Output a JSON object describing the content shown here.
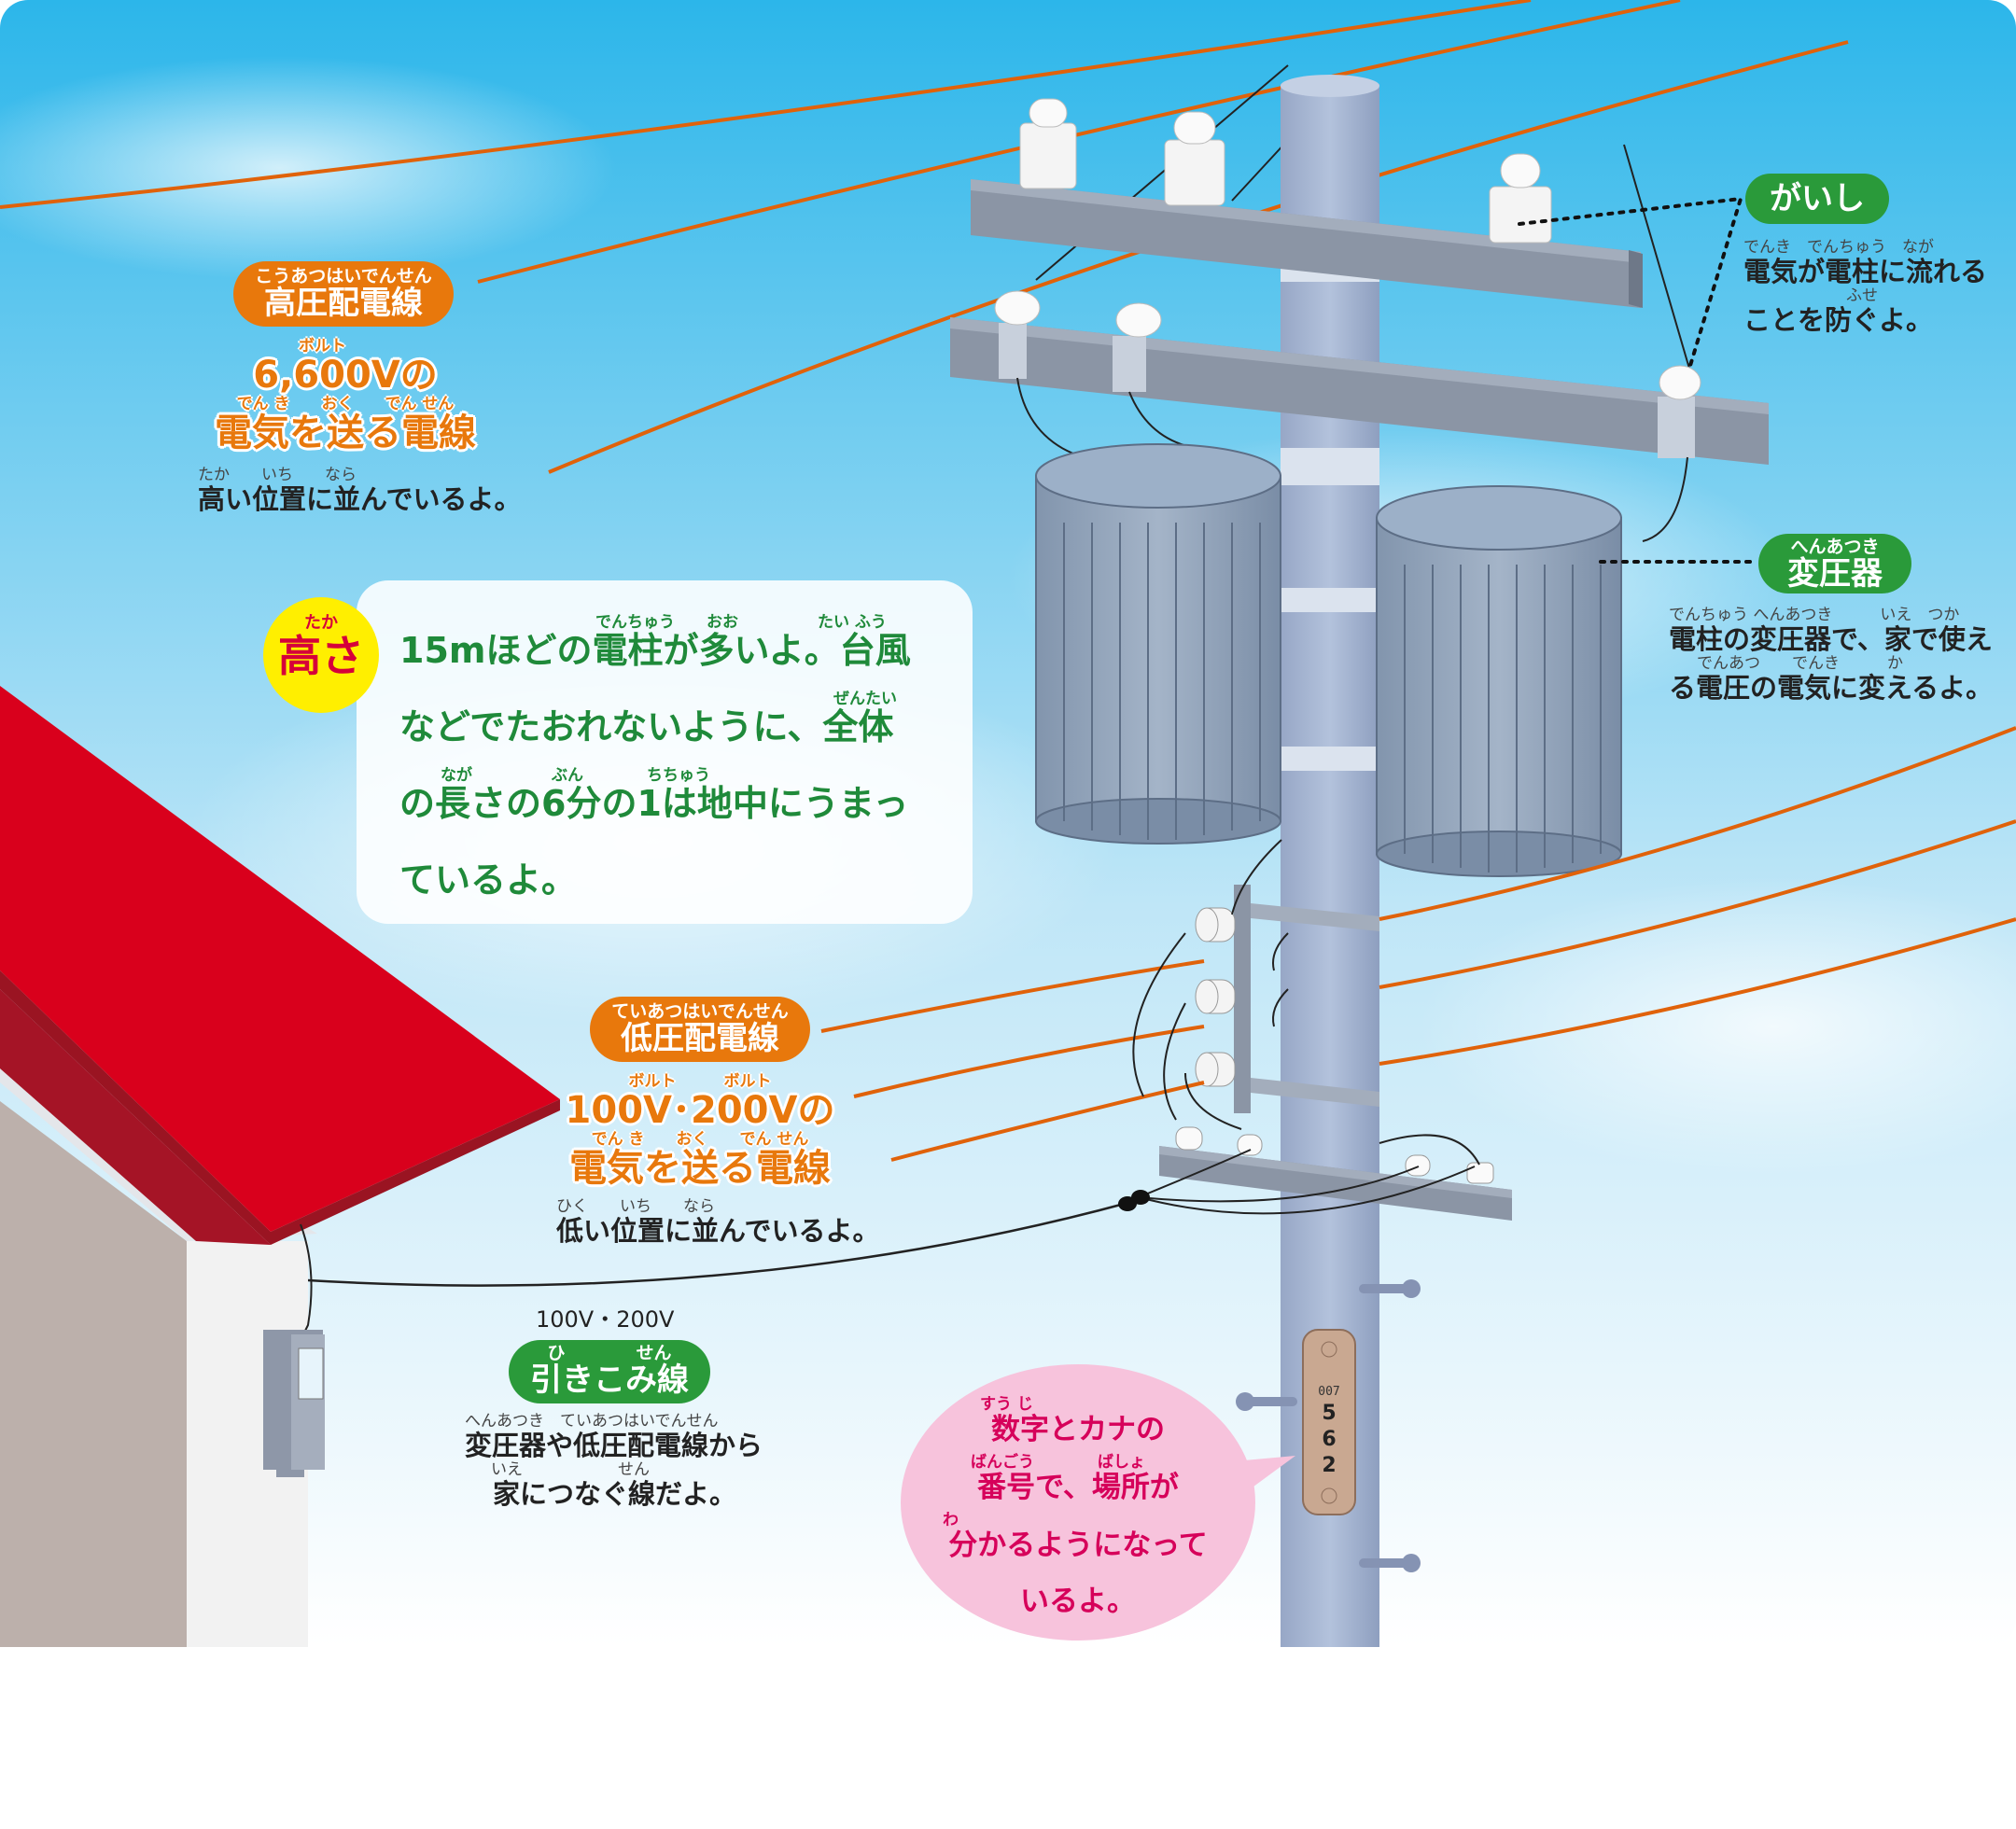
{
  "colors": {
    "sky_top": "#2cb6ea",
    "sky_bottom": "#e6f5fc",
    "wire_high": "#e0620a",
    "pole": "#a9b8d4",
    "roof": "#d9001c",
    "accent_orange": "#e8780c",
    "accent_green": "#2a9a3a",
    "takasa_yellow": "#ffef00",
    "pink": "#f7c3dc"
  },
  "high_voltage": {
    "ruby": "こうあつはいでんせん",
    "title": "高圧配電線",
    "volt_ruby": "ボルト",
    "volt": "6,600Vの",
    "elec_ruby": "でん き　　おく　　でん せん",
    "elec": "電気を送る電線",
    "pos_ruby": "たか　　いち　　なら",
    "pos": "高い位置に並んでいるよ。"
  },
  "insulator": {
    "title": "がいし",
    "ruby1": "でんき　でんちゅう　なが",
    "line1": "電気が電柱に流れる",
    "ruby2": "ふせ",
    "line2": "ことを防ぐよ。"
  },
  "transformer": {
    "ruby": "へんあつき",
    "title": "変圧器",
    "ruby1": "でんちゅう へんあつき　　　いえ　つか",
    "line1": "電柱の変圧器で、家で使え",
    "ruby2": "でんあつ　　でんき　　　か",
    "line2": "る電圧の電気に変えるよ。"
  },
  "height": {
    "ruby": "たか",
    "title": "高さ",
    "ruby1": "でんちゅう　　おお　　　　　たい ふう",
    "line1": "15mほどの電柱が多いよ。台風",
    "ruby2": "ぜんたい",
    "line2": "などでたおれないように、全体",
    "ruby3": "なが　　　　　ぶん　　　　ちちゅう",
    "line3": "の長さの6分の1は地中にうまっ",
    "line4": "ているよ。"
  },
  "low_voltage": {
    "ruby": "ていあつはいでんせん",
    "title": "低圧配電線",
    "volt_ruby": "ボルト　　　ボルト",
    "volt": "100V･200Vの",
    "elec_ruby": "でん き　　おく　　でん せん",
    "elec": "電気を送る電線",
    "pos_ruby": "ひく　　いち　　なら",
    "pos": "低い位置に並んでいるよ。"
  },
  "service": {
    "voltage": "100V・200V",
    "ruby": "ひ　　　　せん",
    "title": "引きこみ線",
    "ruby1": "へんあつき　ていあつはいでんせん",
    "line1": "変圧器や低圧配電線から",
    "ruby2": "いえ　　　　　　せん",
    "line2": "家につなぐ線だよ。"
  },
  "number_plate": {
    "ruby1": "すう じ",
    "line1": "数字とカナの",
    "ruby2": "ばんごう　　　　ばしょ",
    "line2": "番号で、場所が",
    "ruby3": "わ",
    "line3": "分かるようになって",
    "line4": "いるよ。",
    "plate_small": "007",
    "plate_digits": [
      "5",
      "6",
      "2"
    ]
  }
}
